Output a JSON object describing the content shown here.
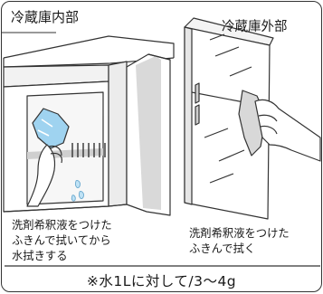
{
  "inside_label": "冷蔵庫内部",
  "outside_label": "冷蔵庫外部",
  "inside_caption": [
    "洗剤希釈液をつけた",
    "ふきんで拭いてから",
    "水拭きする"
  ],
  "outside_caption": [
    "洗剤希釈液をつけた",
    "ふきんで拭く"
  ],
  "note": "※水1Lに対して/3～4g",
  "colors": {
    "line": "#333333",
    "cloth": "#9fd3f0",
    "grey": "#cfcfcf",
    "water_drop": "#bfe2f5"
  }
}
